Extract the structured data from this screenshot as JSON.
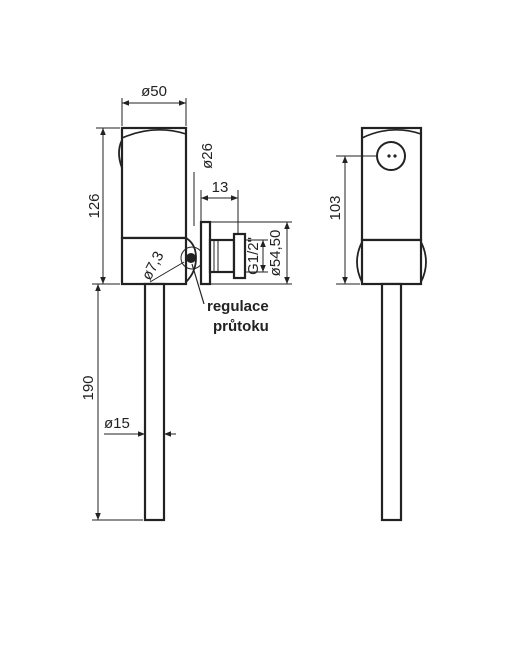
{
  "drawing": {
    "dimensions": {
      "d50": "ø50",
      "d26": "ø26",
      "d13": "13",
      "d126": "126",
      "d73": "ø7,3",
      "g12": "G1/2\"",
      "d5450": "ø54,50",
      "d190": "190",
      "d15": "ø15",
      "d103": "103"
    },
    "note": {
      "line1": "regulace",
      "line2": "průtoku"
    },
    "colors": {
      "ink": "#222222",
      "background": "#ffffff"
    }
  }
}
